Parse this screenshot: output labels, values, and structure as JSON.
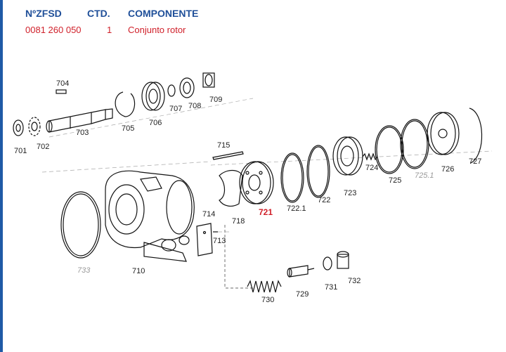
{
  "header": {
    "col1_label": "NºZFSD",
    "col2_label": "CTD.",
    "col3_label": "COMPONENTE",
    "part_number": "0081 260 050",
    "quantity": "1",
    "component": "Conjunto rotor"
  },
  "colors": {
    "accent": "#1f4f99",
    "highlight": "#d0202a",
    "bar": "#1f5aa6"
  },
  "diagram": {
    "labels": {
      "p701": "701",
      "p702": "702",
      "p703": "703",
      "p704": "704",
      "p705": "705",
      "p706": "706",
      "p707": "707",
      "p708": "708",
      "p709": "709",
      "p710": "710",
      "p713": "713",
      "p714": "714",
      "p715": "715",
      "p718": "718",
      "p721": "721",
      "p722_1": "722.1",
      "p722": "722",
      "p723": "723",
      "p724": "724",
      "p725": "725",
      "p725_1": "725.1",
      "p726": "726",
      "p727": "727",
      "p729": "729",
      "p730": "730",
      "p731": "731",
      "p732": "732",
      "p733": "733"
    }
  }
}
